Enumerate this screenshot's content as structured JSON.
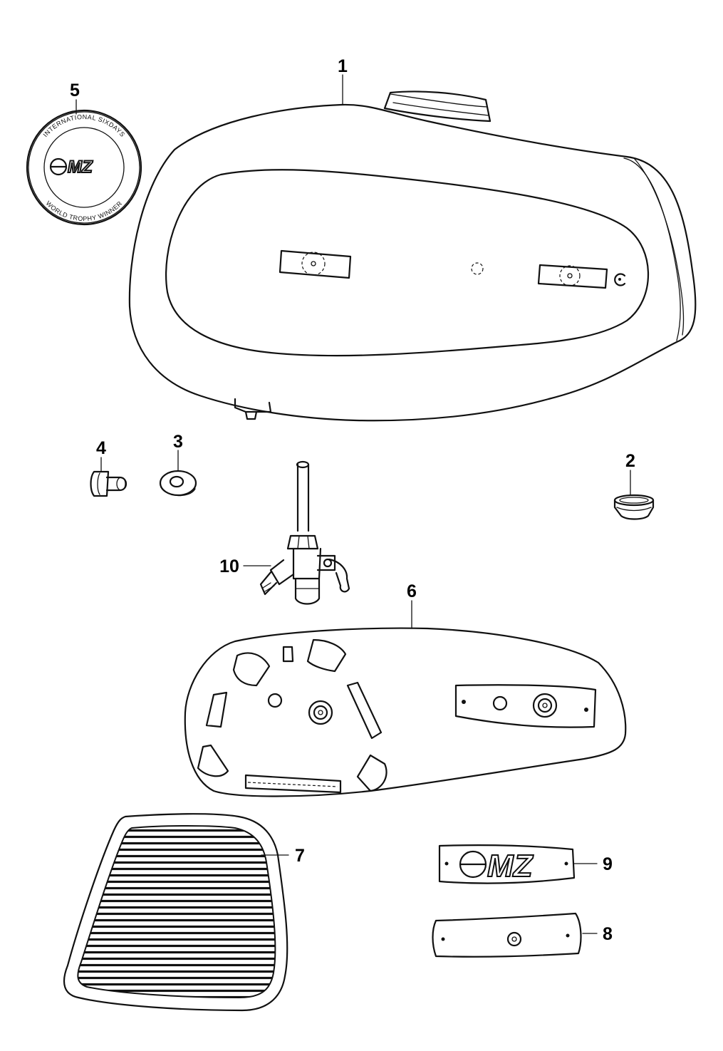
{
  "callouts": {
    "c1": "1",
    "c2": "2",
    "c3": "3",
    "c4": "4",
    "c5": "5",
    "c6": "6",
    "c7": "7",
    "c8": "8",
    "c9": "9",
    "c10": "10"
  },
  "badge": {
    "top_text": "INTERNATIONAL SIXDAYS",
    "bottom_text": "WORLD TROPHY WINNER",
    "logo": "MZ"
  },
  "emblem": {
    "logo": "MZ"
  }
}
